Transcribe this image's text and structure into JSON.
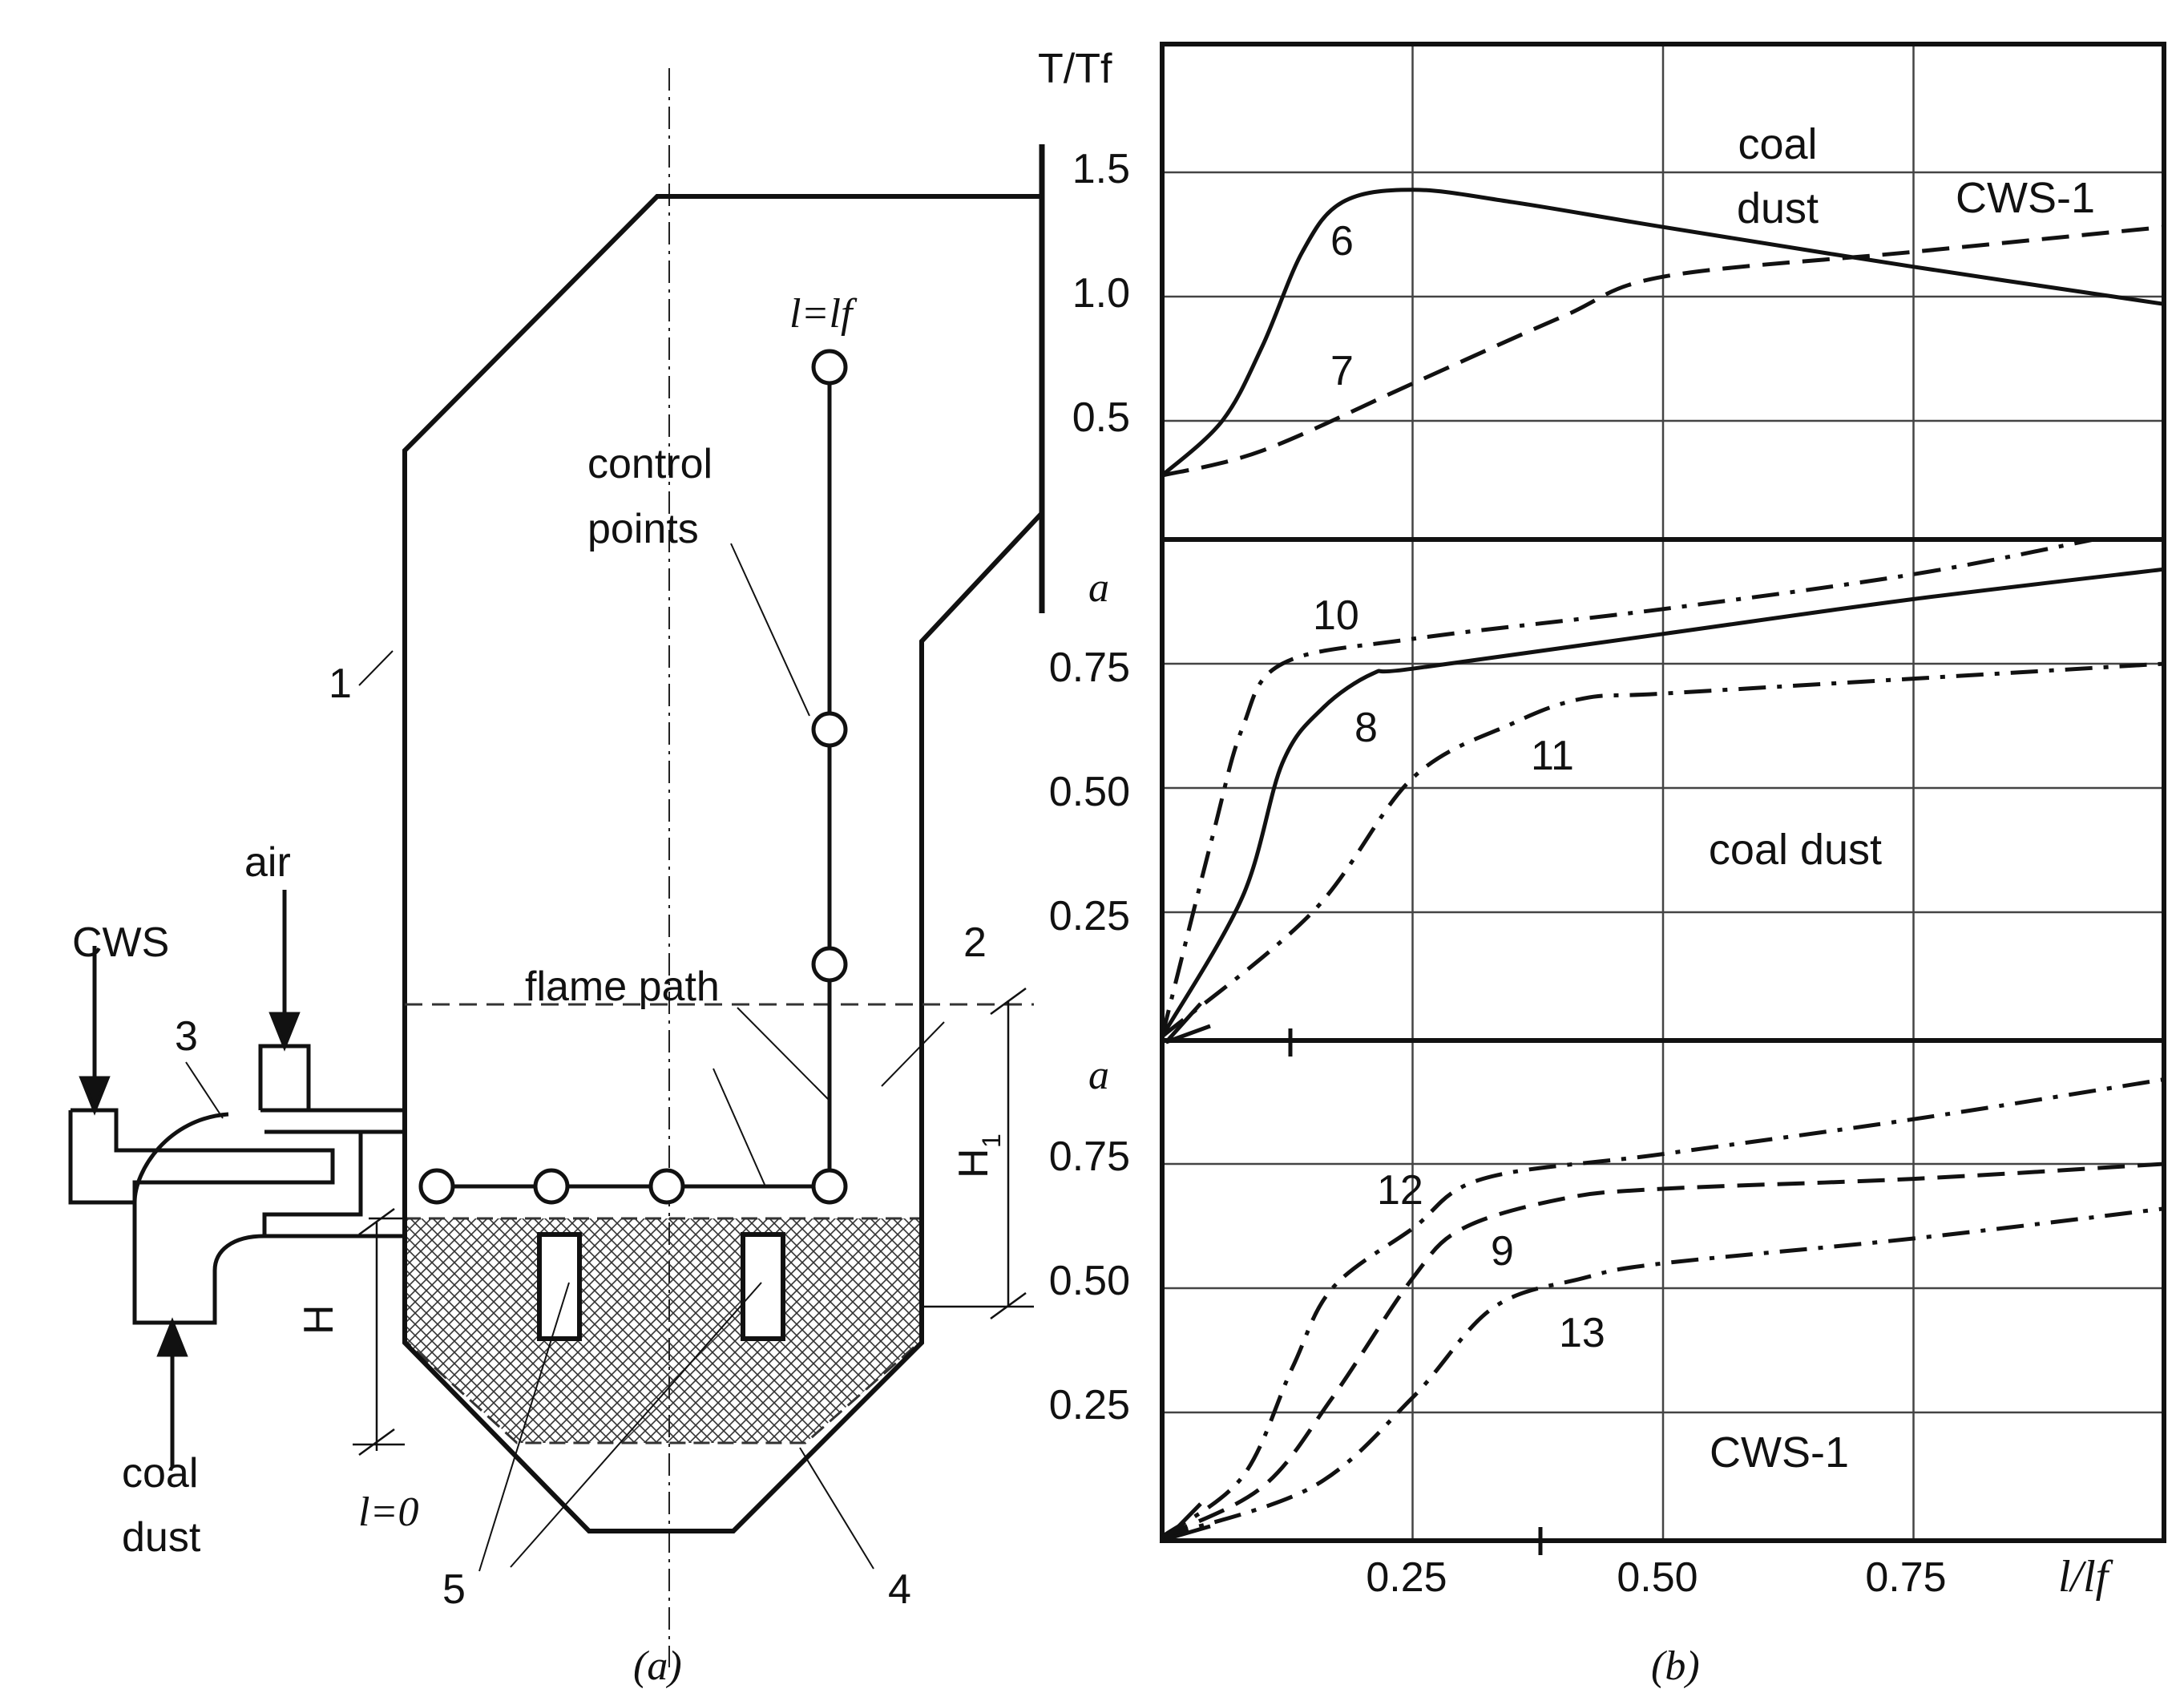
{
  "panel_a": {
    "label": "(a)",
    "input_labels": {
      "cws": "CWS",
      "air": "air",
      "coal_dust_1": "coal",
      "coal_dust_2": "dust"
    },
    "numbers": {
      "n1": "1",
      "n2": "2",
      "n3": "3",
      "n4": "4",
      "n5": "5"
    },
    "control_points_1": "control",
    "control_points_2": "points",
    "flame_path": "flame path",
    "l_end": "l=lf",
    "l_zero": "l=0",
    "h": "H",
    "h1": "H",
    "h1_sub": "1"
  },
  "panel_b": {
    "label": "(b)",
    "ylabel_top": "T/Tf",
    "a_mid": "a",
    "a_bot": "a",
    "x_tick_labels": [
      "0.25",
      "0.50",
      "0.75"
    ],
    "xlabel": "l/lf",
    "top": {
      "ytick_labels": [
        "0.5",
        "1.0",
        "1.5"
      ],
      "region_label_1": "coal",
      "region_label_2": "dust",
      "region_label_3": "CWS-1",
      "curve_labels": [
        "6",
        "7"
      ]
    },
    "mid": {
      "ytick_labels": [
        "0.25",
        "0.50",
        "0.75"
      ],
      "region_label": "coal dust",
      "curve_labels": [
        "10",
        "8",
        "11"
      ]
    },
    "bot": {
      "ytick_labels": [
        "0.25",
        "0.50",
        "0.75"
      ],
      "region_label": "CWS-1",
      "curve_labels": [
        "12",
        "9",
        "13"
      ]
    }
  },
  "chart_data": [
    {
      "type": "line",
      "panel": "top",
      "xlim": [
        0,
        1
      ],
      "ylim": [
        0,
        2
      ],
      "ylabel": "T/Tf",
      "xlabel": "l/lf",
      "series": [
        {
          "name": "6",
          "style": "solid",
          "x": [
            0,
            0.06,
            0.1,
            0.14,
            0.18,
            0.25,
            0.35,
            0.5,
            0.75,
            1.0
          ],
          "y": [
            0.28,
            0.5,
            0.8,
            1.18,
            1.38,
            1.43,
            1.38,
            1.28,
            1.12,
            0.97
          ]
        },
        {
          "name": "7",
          "style": "dashed",
          "x": [
            0,
            0.1,
            0.25,
            0.4,
            0.5,
            0.75,
            1.0
          ],
          "y": [
            0.28,
            0.38,
            0.65,
            0.92,
            1.08,
            1.18,
            1.28
          ]
        }
      ]
    },
    {
      "type": "line",
      "panel": "middle",
      "xlim": [
        0,
        1
      ],
      "ylim": [
        0,
        1
      ],
      "ylabel": "a",
      "xlabel": "l/lf",
      "series": [
        {
          "name": "10",
          "style": "dash-dot",
          "x": [
            0,
            0.05,
            0.08,
            0.12,
            0.25,
            0.5,
            0.75,
            0.93
          ],
          "y": [
            0,
            0.4,
            0.62,
            0.75,
            0.8,
            0.86,
            0.93,
            1.0
          ]
        },
        {
          "name": "8",
          "style": "solid",
          "x": [
            0,
            0.08,
            0.12,
            0.16,
            0.21,
            0.25,
            0.5,
            0.75,
            1.0
          ],
          "y": [
            0,
            0.28,
            0.55,
            0.66,
            0.73,
            0.74,
            0.81,
            0.88,
            0.94
          ]
        },
        {
          "name": "11",
          "style": "dash-dot",
          "x": [
            0,
            0.15,
            0.25,
            0.35,
            0.42,
            0.5,
            0.75,
            1.0
          ],
          "y": [
            0,
            0.25,
            0.52,
            0.63,
            0.68,
            0.69,
            0.72,
            0.75
          ]
        }
      ]
    },
    {
      "type": "line",
      "panel": "bottom",
      "xlim": [
        0,
        1
      ],
      "ylim": [
        0,
        1
      ],
      "ylabel": "a",
      "xlabel": "l/lf",
      "series": [
        {
          "name": "12",
          "style": "dash-dot",
          "x": [
            0,
            0.08,
            0.13,
            0.17,
            0.25,
            0.32,
            0.5,
            0.75,
            1.0
          ],
          "y": [
            0,
            0.12,
            0.34,
            0.5,
            0.62,
            0.72,
            0.77,
            0.84,
            0.92
          ]
        },
        {
          "name": "9",
          "style": "dashed",
          "x": [
            0,
            0.1,
            0.17,
            0.25,
            0.3,
            0.4,
            0.5,
            0.75,
            1.0
          ],
          "y": [
            0,
            0.1,
            0.28,
            0.52,
            0.62,
            0.68,
            0.7,
            0.72,
            0.75
          ]
        },
        {
          "name": "13",
          "style": "dash-dot",
          "x": [
            0,
            0.15,
            0.25,
            0.33,
            0.42,
            0.5,
            0.75,
            1.0
          ],
          "y": [
            0,
            0.1,
            0.28,
            0.46,
            0.52,
            0.55,
            0.6,
            0.66
          ]
        }
      ]
    }
  ]
}
